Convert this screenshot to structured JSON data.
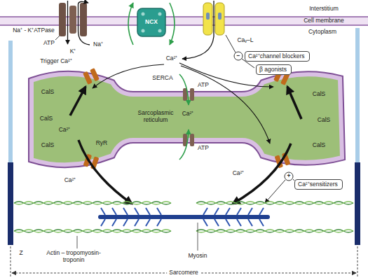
{
  "diagram": {
    "nodes": [
      {
        "text": [
          "Ca²⁺channel blockers"
        ]
      },
      {
        "text": [
          "β agonists"
        ]
      },
      {
        "text": [
          "Ca²⁺sensitizers"
        ]
      }
    ],
    "labels": [
      "Interstitium",
      "Cell membrane",
      "Cytoplasm",
      "Na⁺ - K⁺ATPase",
      "ATP",
      "K⁺",
      "Na⁺",
      "NCX",
      "Caᵥ–L",
      "−",
      "Ca²⁺",
      "Trigger Ca²⁺",
      "SERCA",
      "ATP",
      "Sarcoplasmic reticulum",
      "Ca²⁺",
      "ATP",
      "CalS",
      "CalS",
      "CalS",
      "Ca²⁺",
      "RyR",
      "Ca²⁺",
      "CalS",
      "CalS",
      "CalS",
      "Ca²⁺",
      "+",
      "Z",
      "Actin – tropomyosin- troponin",
      "Myosin",
      "Sarcomere"
    ]
  }
}
